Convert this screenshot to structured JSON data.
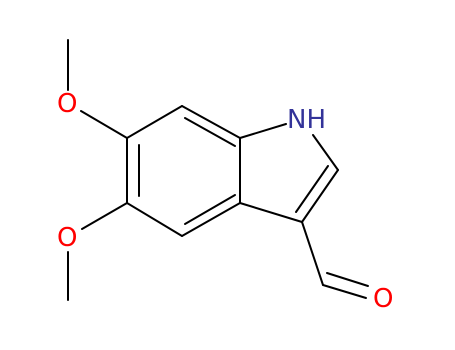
{
  "atoms": {
    "oxygen_top": "O",
    "oxygen_bottom": "O",
    "nitrogen": "NH",
    "oxygen_aldehyde": "O"
  },
  "colors": {
    "bond": "#000000",
    "oxygen": "#ff0000",
    "nitrogen": "#333399"
  }
}
